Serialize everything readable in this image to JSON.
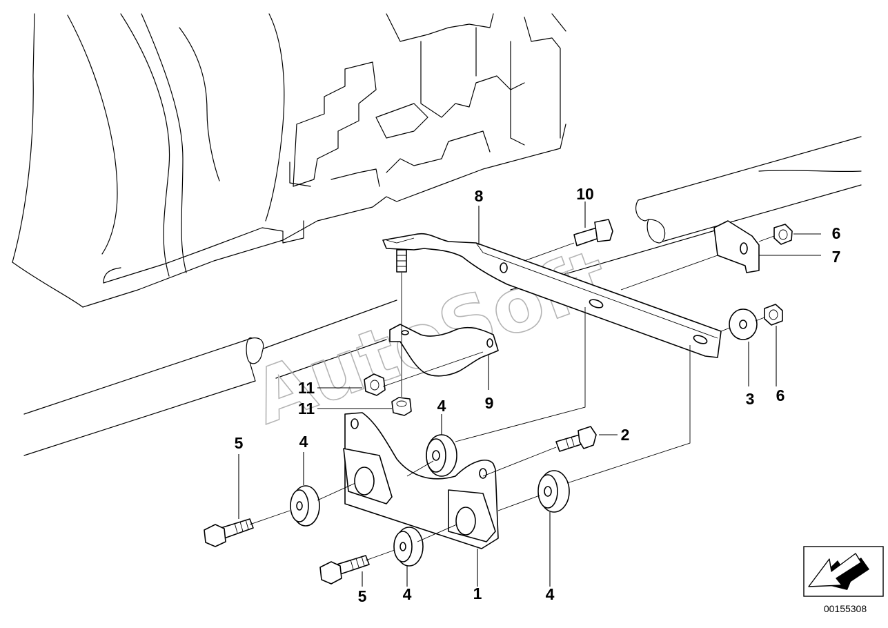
{
  "watermark": "AutoSoft",
  "diagram_code": "00155308",
  "callouts": [
    {
      "id": "c10",
      "text": "10"
    },
    {
      "id": "c8",
      "text": "8"
    },
    {
      "id": "c6a",
      "text": "6"
    },
    {
      "id": "c7",
      "text": "7"
    },
    {
      "id": "c11a",
      "text": "11"
    },
    {
      "id": "c11b",
      "text": "11"
    },
    {
      "id": "c9",
      "text": "9"
    },
    {
      "id": "c3",
      "text": "3"
    },
    {
      "id": "c6b",
      "text": "6"
    },
    {
      "id": "c4a",
      "text": "4"
    },
    {
      "id": "c2",
      "text": "2"
    },
    {
      "id": "c5a",
      "text": "5"
    },
    {
      "id": "c4b",
      "text": "4"
    },
    {
      "id": "c5b",
      "text": "5"
    },
    {
      "id": "c4c",
      "text": "4"
    },
    {
      "id": "c1",
      "text": "1"
    },
    {
      "id": "c4d",
      "text": "4"
    }
  ]
}
